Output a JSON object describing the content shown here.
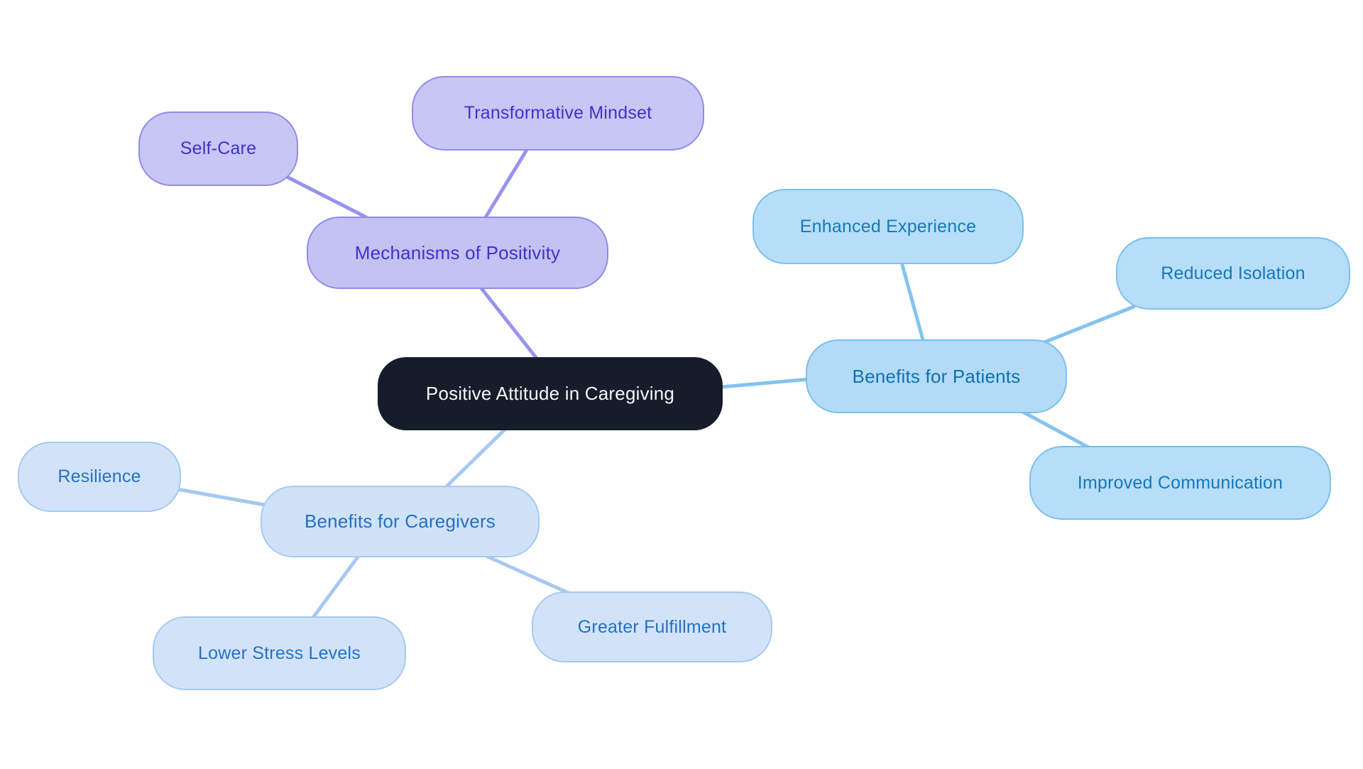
{
  "diagram_type": "mindmap",
  "nodes": {
    "central": {
      "label": "Positive Attitude in Caregiving"
    },
    "mechanisms": {
      "label": "Mechanisms of Positivity"
    },
    "self_care": {
      "label": "Self-Care"
    },
    "transformative": {
      "label": "Transformative Mindset"
    },
    "patients": {
      "label": "Benefits for Patients"
    },
    "enhanced": {
      "label": "Enhanced Experience"
    },
    "reduced": {
      "label": "Reduced Isolation"
    },
    "improved": {
      "label": "Improved Communication"
    },
    "caregivers": {
      "label": "Benefits for Caregivers"
    },
    "resilience": {
      "label": "Resilience"
    },
    "lower_stress": {
      "label": "Lower Stress Levels"
    },
    "greater": {
      "label": "Greater Fulfillment"
    }
  },
  "structure": {
    "root": "Positive Attitude in Caregiving",
    "branches": [
      {
        "label": "Mechanisms of Positivity",
        "children": [
          "Self-Care",
          "Transformative Mindset"
        ]
      },
      {
        "label": "Benefits for Patients",
        "children": [
          "Enhanced Experience",
          "Reduced Isolation",
          "Improved Communication"
        ]
      },
      {
        "label": "Benefits for Caregivers",
        "children": [
          "Resilience",
          "Lower Stress Levels",
          "Greater Fulfillment"
        ]
      }
    ]
  },
  "edges": [
    {
      "from": "mechanisms",
      "to": "central"
    },
    {
      "from": "self_care",
      "to": "mechanisms"
    },
    {
      "from": "transformative",
      "to": "mechanisms"
    },
    {
      "from": "central",
      "to": "patients"
    },
    {
      "from": "enhanced",
      "to": "patients"
    },
    {
      "from": "patients",
      "to": "reduced"
    },
    {
      "from": "patients",
      "to": "improved"
    },
    {
      "from": "central",
      "to": "caregivers"
    },
    {
      "from": "resilience",
      "to": "caregivers"
    },
    {
      "from": "caregivers",
      "to": "lower_stress"
    },
    {
      "from": "caregivers",
      "to": "greater"
    }
  ],
  "palette": {
    "canvas_bg": "#ffffff",
    "central_fill": "#141d29",
    "central_text": "#f4f6f8",
    "purple_fill_parent": "#c4c2f3",
    "purple_fill_child": "#c8c6f4",
    "purple_border": "#908ce9",
    "purple_line": "#9793ec",
    "purple_text": "#3b34cd",
    "sky_fill_parent": "#b3dbf7",
    "sky_fill_child": "#b7def8",
    "sky_border": "#79c0ed",
    "sky_line": "#85c3ee",
    "sky_text": "#0f70b2",
    "sky_text_child": "#1478bd",
    "pale_fill": "#d0e2f8",
    "pale_fill_child": "#d2e3f9",
    "pale_border": "#a6c9f1",
    "pale_line": "#a6c9f1",
    "pale_text": "#2271c8"
  }
}
